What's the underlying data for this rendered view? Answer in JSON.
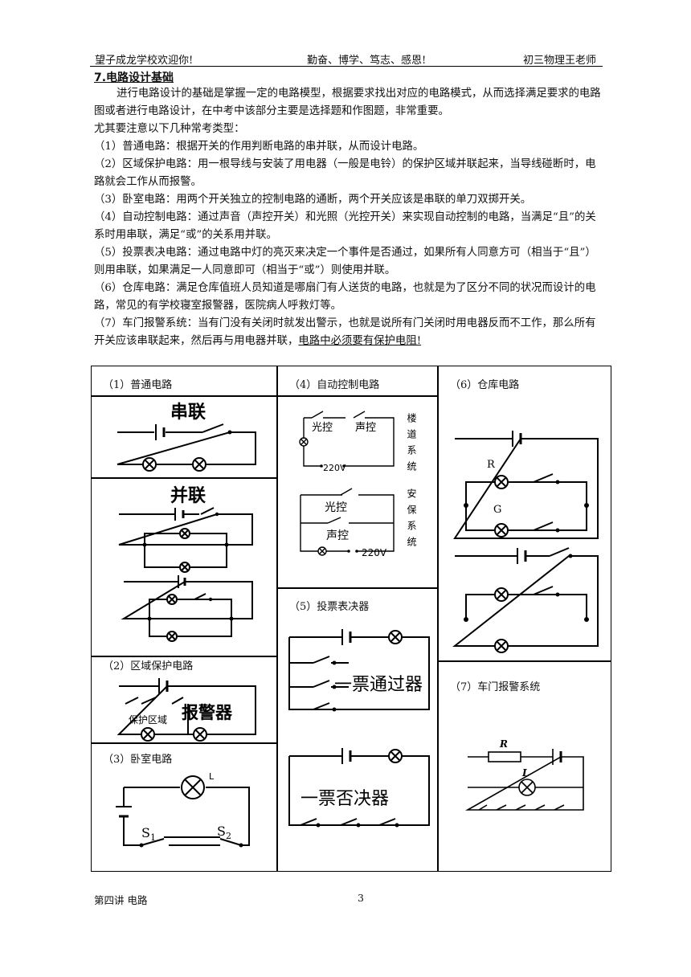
{
  "header": {
    "left": "望子成龙学校欢迎你!",
    "middle": "勤奋、博学、笃志、感恩!",
    "right": "初三物理王老师"
  },
  "section_title": "7.电路设计基础",
  "intro": "进行电路设计的基础是掌握一定的电路模型，根据要求找出对应的电路模式，从而选择满足要求的电路图或者进行电路设计，在中考中该部分主要是选择题和作图题，非常重要。",
  "note": "尤其要注意以下几种常考类型：",
  "items": [
    "（1）普通电路：根据开关的作用判断电路的串并联，从而设计电路。",
    "（2）区域保护电路：用一根导线与安装了用电器（一般是电铃）的保护区域并联起来，当导线碰断时，电路就会工作从而报警。",
    "（3）卧室电路：用两个开关独立的控制电路的通断，两个开关应该是串联的单刀双掷开关。",
    "（4）自动控制电路：通过声音（声控开关）和光照（光控开关）来实现自动控制的电路，当满足“且”的关系时用串联，满足“或”的关系用并联。",
    "（5）投票表决电路：通过电路中灯的亮灭来决定一个事件是否通过，如果所有人同意方可（相当于“且”）则用串联，如果满足一人同意即可（相当于“或”）则使用并联。",
    "（6）仓库电路：满足仓库值班人员知道是哪扇门有人送货的电路，也就是为了区分不同的状况而设计的电路，常见的有学校寝室报警器，医院病人呼救灯等。"
  ],
  "item7_main": "（7）车门报警系统：当有门没有关闭时就发出警示，也就是说所有门关闭时用电器反而不工作，那么所有开关应该串联起来，然后再与用电器并联，",
  "item7_emph": "电路中必须要有保护电阻!",
  "figures": {
    "cap1": "（1）普通电路",
    "series": "串联",
    "parallel": "并联",
    "cap2": "（2）区域保护电路",
    "protect_area": "保护区域",
    "alarm": "报警器",
    "cap3": "（3）卧室电路",
    "lamp_L": "L",
    "s1": "S",
    "s1_sub": "1",
    "s2": "S",
    "s2_sub": "2",
    "cap4": "（4）自动控制电路",
    "light_ctrl": "光控",
    "sound_ctrl": "声控",
    "v220": "220V",
    "corridor": "楼道系统",
    "security": "安保系统",
    "cap5": "（5）投票表决器",
    "pass": "一票通过器",
    "veto": "一票否决器",
    "cap6": "（6）仓库电路",
    "r_label": "R",
    "g_label": "G",
    "cap7": "（7）车门报警系统",
    "resistor_R": "R",
    "lamp_L2": "L"
  },
  "footer": {
    "left": "第四讲  电路",
    "page": "3"
  }
}
